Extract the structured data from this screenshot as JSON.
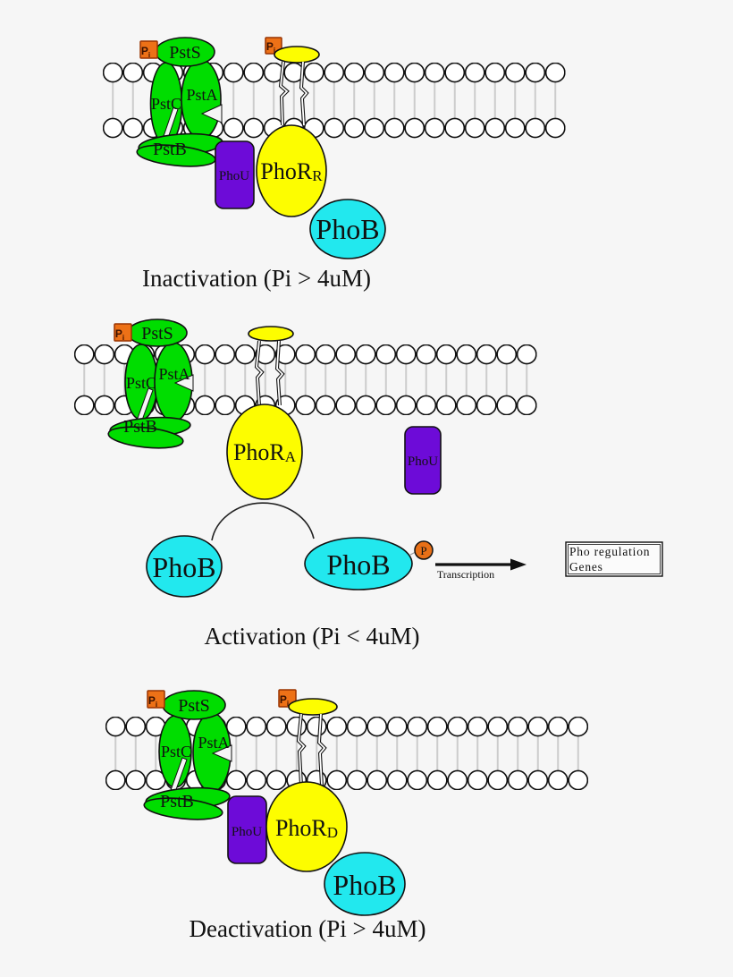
{
  "colors": {
    "background": "#f6f6f6",
    "green": "#00dd00",
    "yellow": "#fdfd00",
    "cyan": "#22e8ee",
    "purple": "#6d0bd8",
    "pi_orange": "#ed7117",
    "pi_border": "#993300",
    "phospho_orange": "#e87017",
    "outline": "#111111"
  },
  "panels": [
    {
      "title": "Inactivation (Pi > 4uM)",
      "proteins": {
        "pstS": "PstS",
        "pstC": "PstC",
        "pstA": "PstA",
        "pstB": "PstB",
        "phoU": "PhoU",
        "phoR": {
          "base": "PhoR",
          "sub": "R"
        },
        "phoB": "PhoB",
        "pi": {
          "base": "P",
          "sub": "i"
        }
      }
    },
    {
      "title": "Activation (Pi < 4uM)",
      "proteins": {
        "pstS": "PstS",
        "pstC": "PstC",
        "pstA": "PstA",
        "pstB": "PstB",
        "phoU": "PhoU",
        "phoR": {
          "base": "PhoR",
          "sub": "A"
        },
        "phoB_left": "PhoB",
        "phoB_right": "PhoB",
        "phospho": "P",
        "pi": {
          "base": "P",
          "sub": "i"
        }
      },
      "transcription_label": "Transcription",
      "genes_box": {
        "line1": "Pho regulation",
        "line2": "Genes"
      }
    },
    {
      "title": "Deactivation (Pi > 4uM)",
      "proteins": {
        "pstS": "PstS",
        "pstC": "PstC",
        "pstA": "PstA",
        "pstB": "PstB",
        "phoU": "PhoU",
        "phoR": {
          "base": "PhoR",
          "sub": "D"
        },
        "phoB": "PhoB",
        "pi": {
          "base": "P",
          "sub": "i"
        }
      }
    }
  ]
}
